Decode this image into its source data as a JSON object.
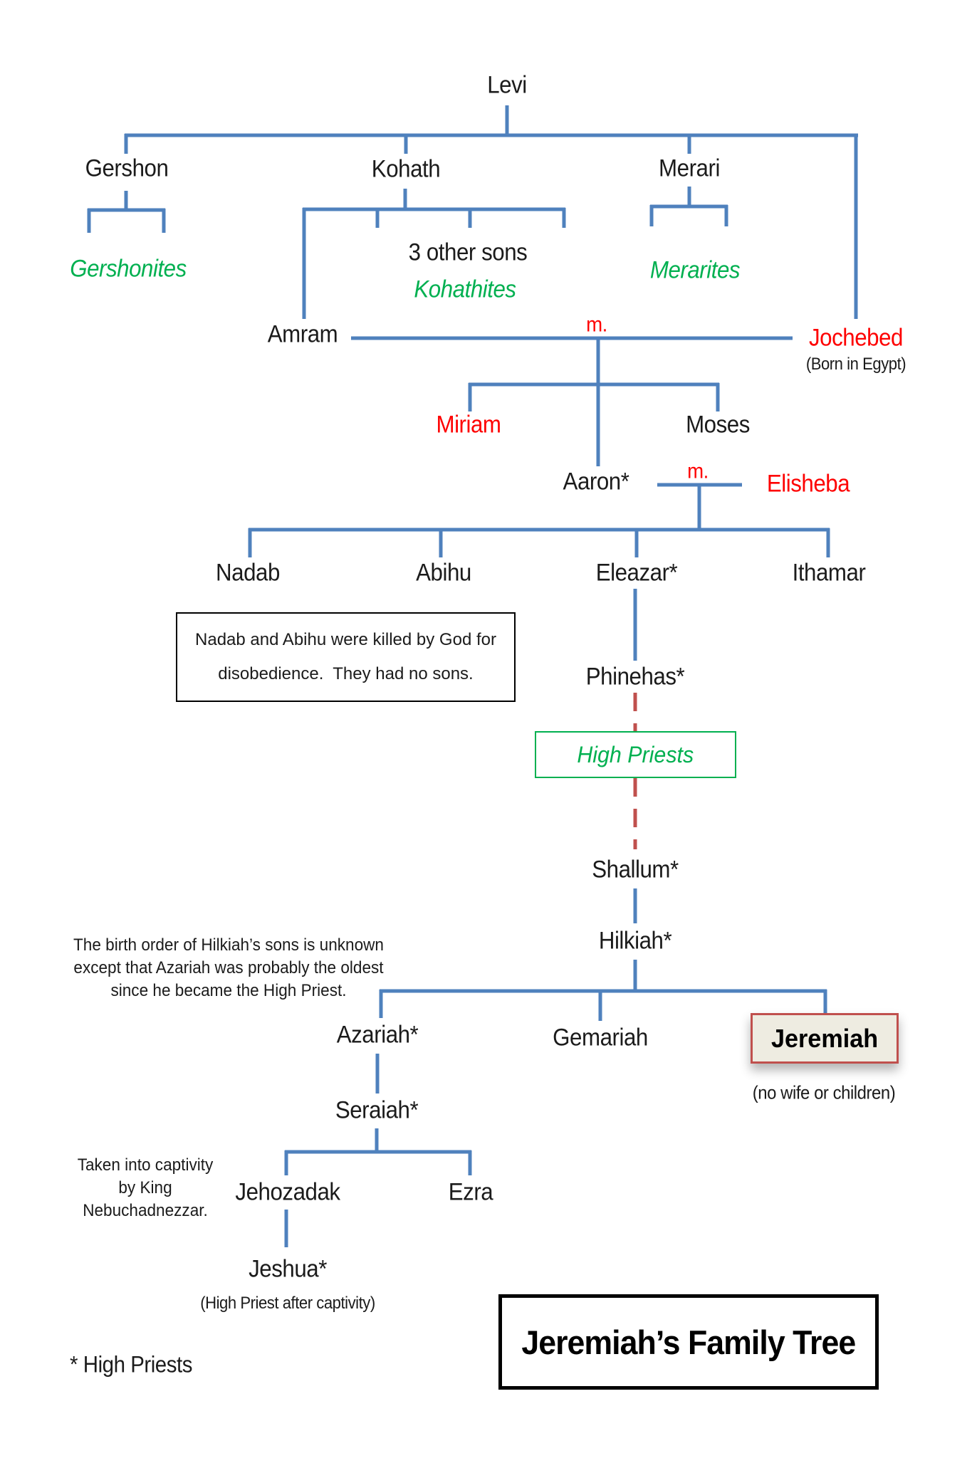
{
  "diagram": {
    "title": "Jeremiah’s Family Tree",
    "legend": "* High Priests",
    "marriage_abbrev": "m."
  },
  "people": {
    "levi": "Levi",
    "gershon": "Gershon",
    "kohath": "Kohath",
    "merari": "Merari",
    "amram": "Amram",
    "jochebed": "Jochebed",
    "miriam": "Miriam",
    "moses": "Moses",
    "aaron": "Aaron*",
    "elisheba": "Elisheba",
    "nadab": "Nadab",
    "abihu": "Abihu",
    "eleazar": "Eleazar*",
    "ithamar": "Ithamar",
    "phinehas": "Phinehas*",
    "shallum": "Shallum*",
    "hilkiah": "Hilkiah*",
    "azariah": "Azariah*",
    "gemariah": "Gemariah",
    "jeremiah": "Jeremiah",
    "seraiah": "Seraiah*",
    "jehozadak": "Jehozadak",
    "ezra": "Ezra",
    "jeshua": "Jeshua*"
  },
  "clans": {
    "gershonites": "Gershonites",
    "other_sons": "3 other sons",
    "kohathites": "Kohathites",
    "merarites": "Merarites"
  },
  "captions": {
    "jochebed": "(Born in Egypt)",
    "jeremiah": "(no wife or children)",
    "jeshua": "(High Priest after captivity)",
    "high_priests_box": "High Priests"
  },
  "notes": {
    "nadab_abihu": [
      "Nadab and Abihu were killed by God for",
      "disobedience.  They had no sons."
    ],
    "birth_order": [
      "The birth order of Hilkiah’s sons is unknown",
      "except that Azariah was probably the oldest",
      "since he became the High Priest."
    ],
    "captivity": [
      "Taken into captivity",
      "by King",
      "Nebuchadnezzar."
    ]
  },
  "colors": {
    "line_blue": "#4f81bd",
    "dash_red": "#c0504d",
    "text_red": "#fe0000",
    "text_green": "#00b050",
    "jeremiah_box_fill": "#eeece1",
    "jeremiah_box_border": "#c0504d"
  }
}
